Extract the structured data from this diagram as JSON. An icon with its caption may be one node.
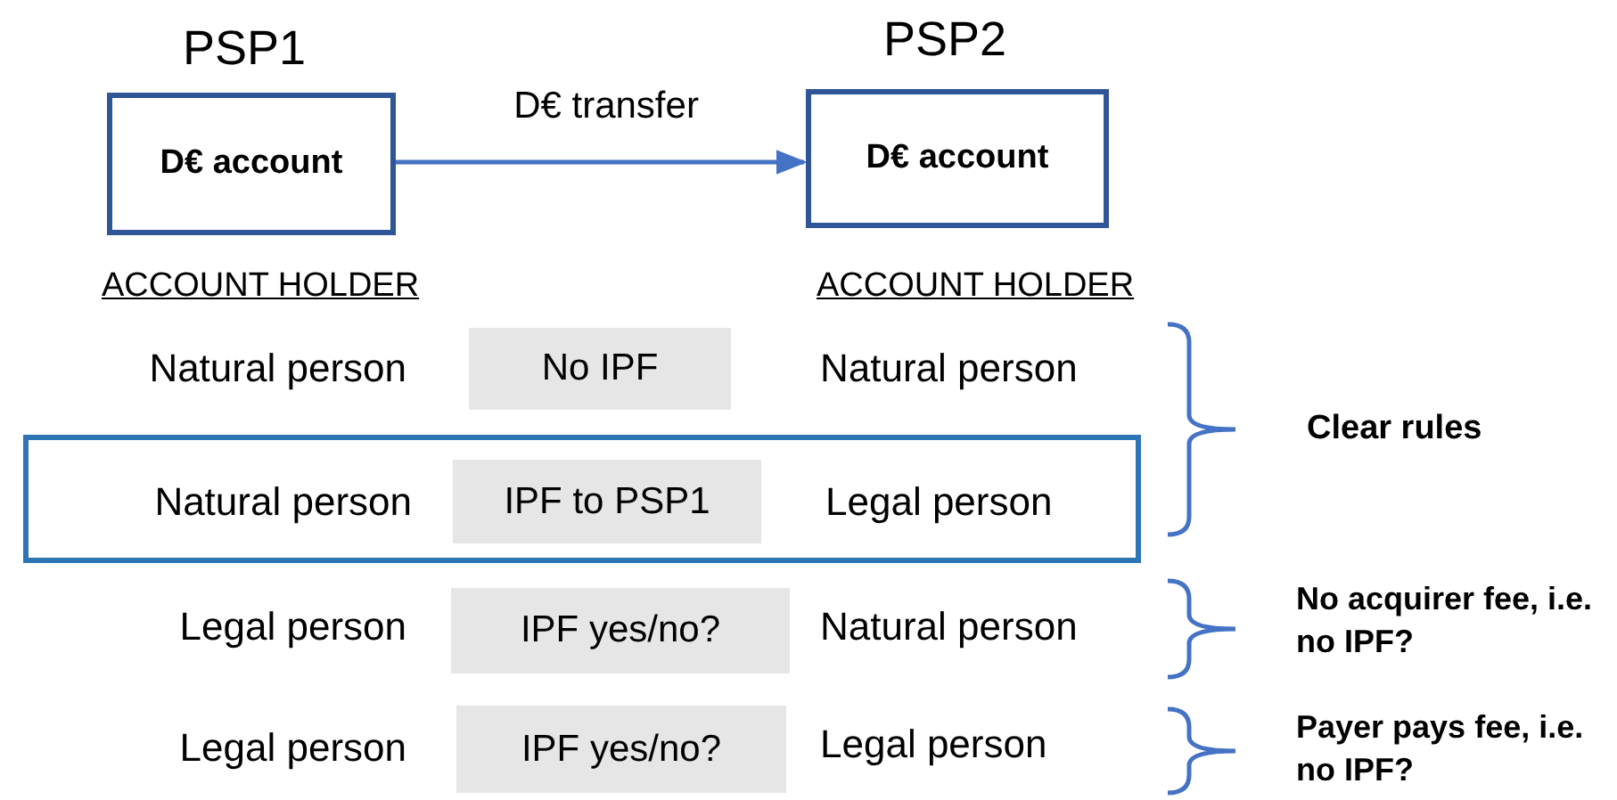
{
  "diagram": {
    "nodes": [
      {
        "text": [
          "PSP1",
          "D€ account"
        ]
      },
      {
        "text": [
          "PSP2",
          "D€ account"
        ]
      },
      {
        "text": [
          "No IPF"
        ]
      },
      {
        "text": [
          "Natural person",
          "Legal person"
        ]
      },
      {
        "text": [
          "IPF to PSP1"
        ],
        "in": 3
      },
      {
        "text": [
          "IPF yes/no?"
        ]
      },
      {
        "text": [
          "IPF yes/no?"
        ]
      }
    ],
    "edges": [
      {
        "from": 0,
        "to": 1,
        "arrow": "to",
        "label": "D€ transfer"
      }
    ],
    "labels": [
      "ACCOUNT HOLDER",
      "ACCOUNT HOLDER",
      "Natural person",
      "Natural person",
      "Clear rules",
      "Legal person",
      "Natural person",
      "No acquirer fee, i.e. no IPF?",
      "Legal person",
      "Legal person",
      "Payer pays fee, i.e. no IPF?"
    ]
  }
}
